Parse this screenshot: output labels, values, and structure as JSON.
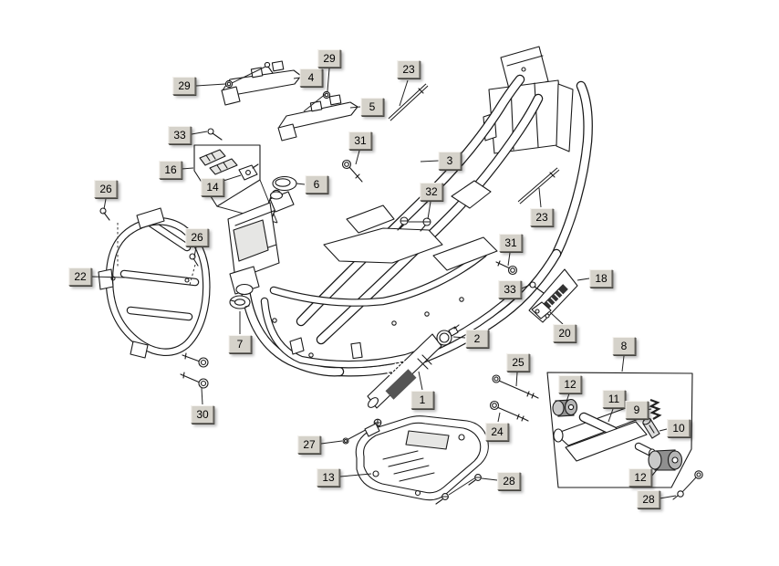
{
  "diagram": {
    "kind": "exploded-parts-diagram",
    "subject": "scooter frame and body mount assembly",
    "background_color": "#ffffff",
    "line_color": "#1a1a1a",
    "callout_face_color": "#d5d2ca",
    "callout_text_color": "#000000"
  },
  "callouts": [
    {
      "id": "29-1",
      "label": "29"
    },
    {
      "id": "4",
      "label": "4"
    },
    {
      "id": "29-2",
      "label": "29"
    },
    {
      "id": "23-1",
      "label": "23"
    },
    {
      "id": "5",
      "label": "5"
    },
    {
      "id": "33-1",
      "label": "33"
    },
    {
      "id": "16",
      "label": "16"
    },
    {
      "id": "14",
      "label": "14"
    },
    {
      "id": "31-1",
      "label": "31"
    },
    {
      "id": "3",
      "label": "3"
    },
    {
      "id": "6",
      "label": "6"
    },
    {
      "id": "26-1",
      "label": "26"
    },
    {
      "id": "32",
      "label": "32"
    },
    {
      "id": "23-2",
      "label": "23"
    },
    {
      "id": "26-2",
      "label": "26"
    },
    {
      "id": "22",
      "label": "22"
    },
    {
      "id": "31-2",
      "label": "31"
    },
    {
      "id": "18",
      "label": "18"
    },
    {
      "id": "33-2",
      "label": "33"
    },
    {
      "id": "20",
      "label": "20"
    },
    {
      "id": "7",
      "label": "7"
    },
    {
      "id": "2",
      "label": "2"
    },
    {
      "id": "8",
      "label": "8"
    },
    {
      "id": "25",
      "label": "25"
    },
    {
      "id": "12-1",
      "label": "12"
    },
    {
      "id": "11",
      "label": "11"
    },
    {
      "id": "9",
      "label": "9"
    },
    {
      "id": "10",
      "label": "10"
    },
    {
      "id": "30",
      "label": "30"
    },
    {
      "id": "1",
      "label": "1"
    },
    {
      "id": "24",
      "label": "24"
    },
    {
      "id": "27",
      "label": "27"
    },
    {
      "id": "13",
      "label": "13"
    },
    {
      "id": "28-1",
      "label": "28"
    },
    {
      "id": "12-2",
      "label": "12"
    },
    {
      "id": "28-2",
      "label": "28"
    }
  ]
}
